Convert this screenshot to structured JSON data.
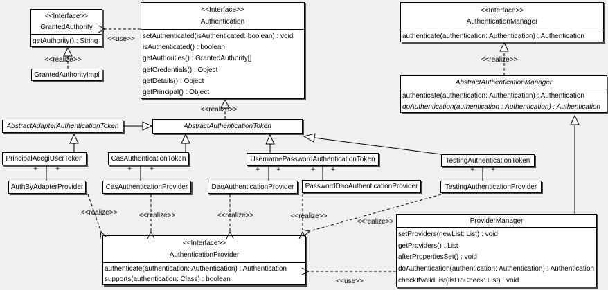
{
  "labels": {
    "realize": "<<realize>>",
    "use": "<<use>>",
    "plus": "+"
  },
  "classes": {
    "granted_authority": {
      "stereotype": "<<Interface>>",
      "name": "GrantedAuthority",
      "methods": [
        "getAuthority() : String"
      ]
    },
    "granted_authority_impl": {
      "name": "GrantedAuthorityImpl"
    },
    "authentication": {
      "stereotype": "<<Interface>>",
      "name": "Authentication",
      "methods": [
        "setAuthenticated(isAuthenticated: boolean) : void",
        "isAuthenticated() : boolean",
        "getAuthorities() : GrantedAuthority[]",
        "getCredentials() : Object",
        "getDetails() : Object",
        "getPrincipal() : Object"
      ]
    },
    "authentication_manager": {
      "stereotype": "<<Interface>>",
      "name": "AuthenticationManager",
      "methods": [
        "authenticate(authentication: Authentication) : Authentication"
      ]
    },
    "abstract_authentication_manager": {
      "name": "AbstractAuthenticationManager",
      "methods": [
        "authenticate(authentication: Authentication) : Authentication",
        "doAuthentication(authentication : Authentication) : Authentication"
      ]
    },
    "abstract_adapter_authentication_token": {
      "name": "AbstractAdapterAuthenticationToken"
    },
    "abstract_authentication_token": {
      "name": "AbstractAuthenticationToken"
    },
    "principal_acegi_user_token": {
      "name": "PrincipalAcegiUserToken"
    },
    "cas_authentication_token": {
      "name": "CasAuthenticationToken"
    },
    "username_password_authentication_token": {
      "name": "UsernamePasswordAuthenticationToken"
    },
    "testing_authentication_token": {
      "name": "TestingAuthenticationToken"
    },
    "auth_by_adapter_provider": {
      "name": "AuthByAdapterProvider"
    },
    "cas_authentication_provider": {
      "name": "CasAuthenticationProvider"
    },
    "dao_authentication_provider": {
      "name": "DaoAuthenticationProvider"
    },
    "password_dao_authentication_provider": {
      "name": "PasswordDaoAuthenticationProvider"
    },
    "testing_authentication_provider": {
      "name": "TestingAuthenticationProvider"
    },
    "authentication_provider": {
      "stereotype": "<<Interface>>",
      "name": "AuthenticationProvider",
      "methods": [
        "authenticate(authentication: Authentication) : Authentication",
        "supports(authentication: Class) : boolean"
      ]
    },
    "provider_manager": {
      "name": "ProviderManager",
      "methods": [
        "setProviders(newList: List) : void",
        "getProviders() : List",
        "afterPropertiesSet() : void",
        "doAuthentication(authentication: Authentication) : Authentication",
        "checkIfValidList(listToCheck: List) : void"
      ]
    }
  },
  "colors": {
    "background": "#f0f0f0",
    "box_fill": "#ffffff",
    "line": "#000000",
    "shadow": "#4a4a4a"
  }
}
